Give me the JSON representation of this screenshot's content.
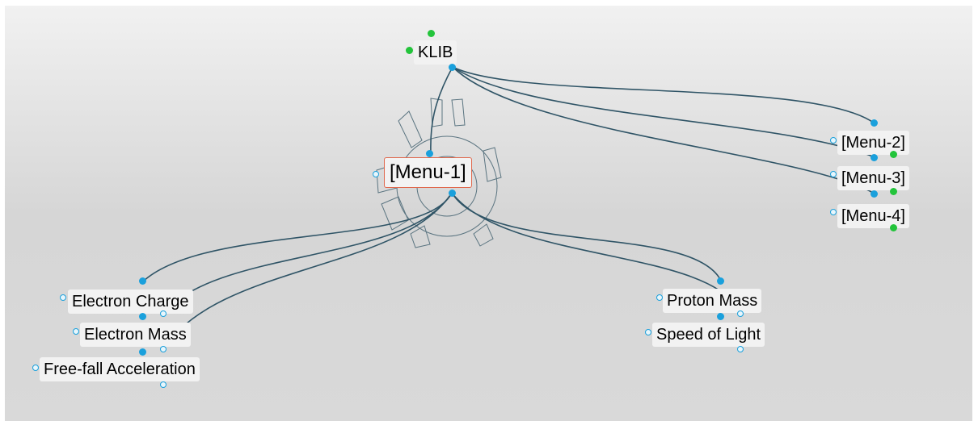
{
  "nodes": {
    "klib": "KLIB",
    "menu_1": "[Menu-1]",
    "menu_2": "[Menu-2]",
    "menu_3": "[Menu-3]",
    "menu_4": "[Menu-4]",
    "electron_charge": "Electron Charge",
    "electron_mass": "Electron Mass",
    "free_fall": "Free-fall Acceleration",
    "proton_mass": "Proton Mass",
    "speed_of_light": "Speed of Light"
  },
  "colors": {
    "wire": "#2f5466",
    "port": "#1aa0dc",
    "port_active": "#23c43b",
    "selection": "#e0694e"
  }
}
